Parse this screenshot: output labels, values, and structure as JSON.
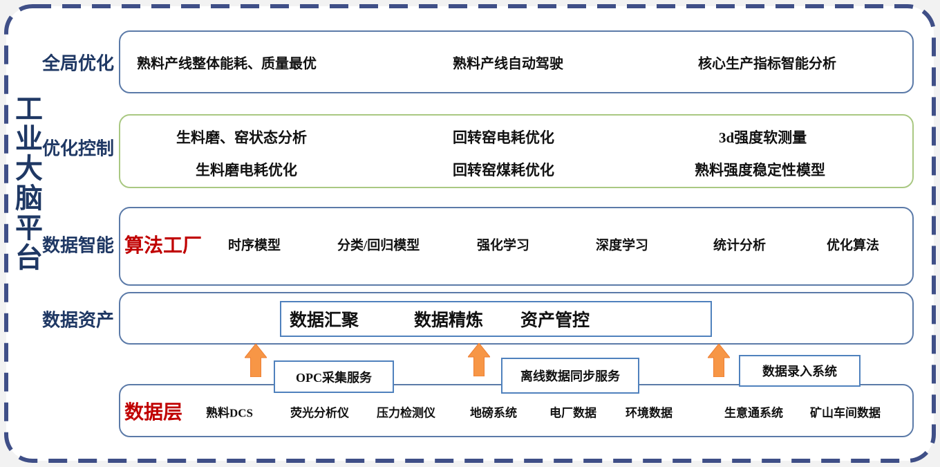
{
  "platform_title": "工业大脑平台",
  "layers": {
    "global_optimization": {
      "label": "全局优化",
      "items": [
        "熟料产线整体能耗、质量最优",
        "熟料产线自动驾驶",
        "核心生产指标智能分析"
      ]
    },
    "optimization_control": {
      "label": "优化控制",
      "row1": [
        "生料磨、窑状态分析",
        "回转窑电耗优化",
        "3d强度软测量"
      ],
      "row2": [
        "生料磨电耗优化",
        "回转窑煤耗优化",
        "熟料强度稳定性模型"
      ]
    },
    "data_intelligence": {
      "label": "数据智能",
      "factory_tag": "算法工厂",
      "items": [
        "时序模型",
        "分类/回归模型",
        "强化学习",
        "深度学习",
        "统计分析",
        "优化算法"
      ]
    },
    "data_assets": {
      "label": "数据资产",
      "items": [
        "数据汇聚",
        "数据精炼",
        "资产管控"
      ]
    },
    "data_layer": {
      "label": "数据层",
      "items": [
        "熟料DCS",
        "荧光分析仪",
        "压力检测仪",
        "地磅系统",
        "电厂数据",
        "环境数据",
        "生意通系统",
        "矿山车间数据"
      ]
    }
  },
  "services": [
    "OPC采集服务",
    "离线数据同步服务",
    "数据录入系统"
  ],
  "colors": {
    "frame_dash": "#3f4f87",
    "navy_text": "#1f3864",
    "box_border_blue": "#5b7aa8",
    "box_border_green": "#a9c882",
    "inner_border_blue": "#4f81bd",
    "accent_red": "#c00000",
    "arrow_orange": "#f79646",
    "arrow_edge": "#ed7d31"
  }
}
